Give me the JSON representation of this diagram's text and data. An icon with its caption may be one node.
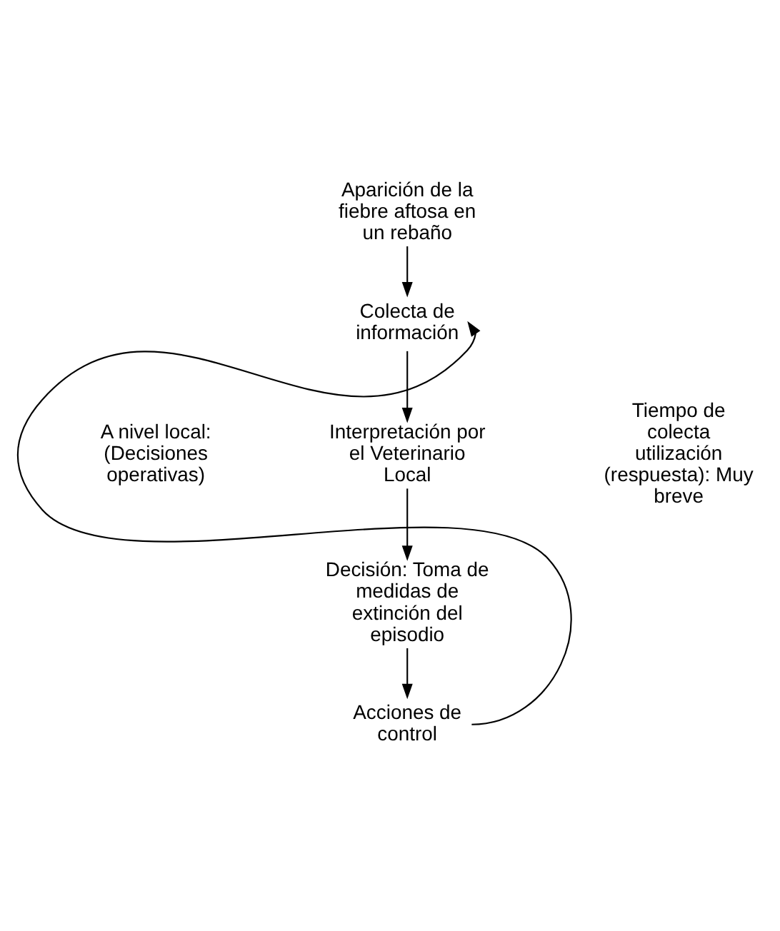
{
  "diagram": {
    "nodes": [
      {
        "text": [
          "Aparición de la fiebre aftosa en un rebaño"
        ]
      },
      {
        "text": [
          "Colecta de información"
        ]
      },
      {
        "text": [
          "Interpretación por el Veterinario Local"
        ]
      },
      {
        "text": [
          "Decisión: Toma de medidas de extinción del episodio"
        ]
      },
      {
        "text": [
          "Acciones de control"
        ]
      }
    ],
    "edges": [
      {
        "from": 0,
        "to": 1,
        "arrow": "to"
      },
      {
        "from": 1,
        "to": 2,
        "arrow": "to"
      },
      {
        "from": 2,
        "to": 3,
        "arrow": "to"
      },
      {
        "from": 3,
        "to": 4,
        "arrow": "to"
      },
      {
        "from": 4,
        "to": 1,
        "arrow": "to"
      }
    ],
    "labels": [
      "A nivel local: (Decisiones operativas)",
      "Tiempo de colecta utilización (respuesta): Muy breve"
    ]
  }
}
